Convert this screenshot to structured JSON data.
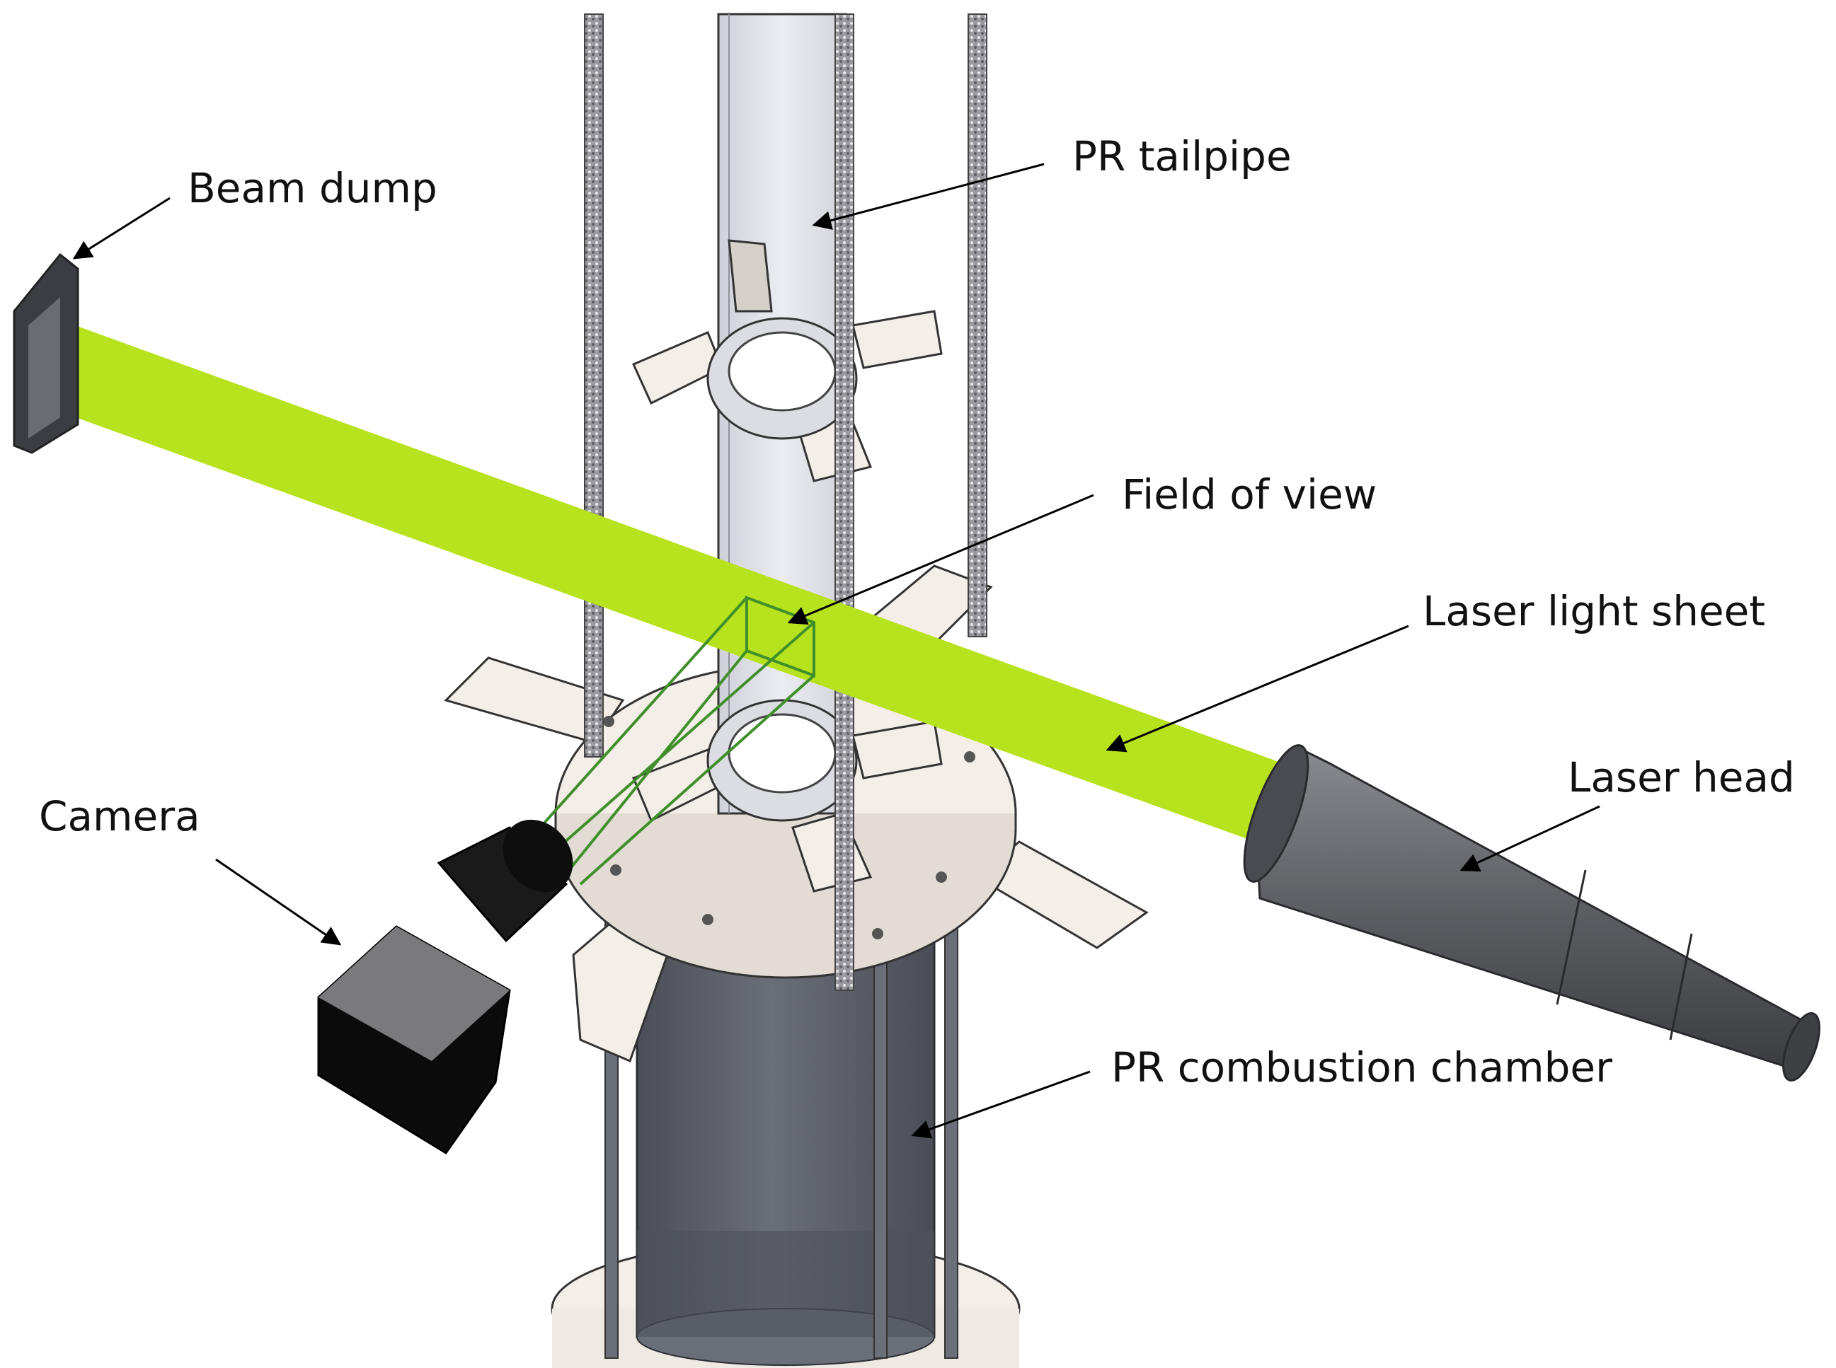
{
  "labels": {
    "beam_dump": "Beam dump",
    "tailpipe": "PR tailpipe",
    "field_of_view": "Field of view",
    "laser_sheet": "Laser light sheet",
    "laser_head": "Laser head",
    "camera": "Camera",
    "combustion_chamber": "PR combustion chamber"
  },
  "colors": {
    "laser_sheet": "#b7e21e",
    "fov_lines": "#3f8f2a",
    "plate": "#f4eee8",
    "chamber": "#595d66",
    "camera": "#111111",
    "laser_head": "#5f6064"
  }
}
